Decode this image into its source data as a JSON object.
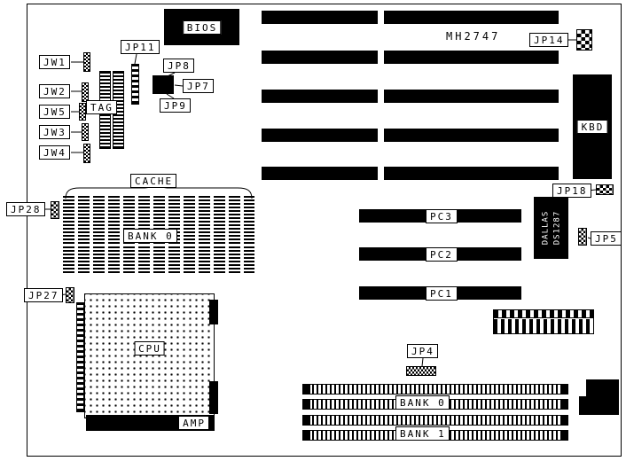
{
  "colors": {
    "ink": "#000000",
    "paper": "#ffffff"
  },
  "board": {
    "silkscreen_model": "MH2747",
    "chips": {
      "bios": "BIOS",
      "kbd": "KBD",
      "cpu": "CPU",
      "amp": "AMP",
      "rtc_line1": "DALLAS",
      "rtc_line2": "DS1287"
    },
    "cache": {
      "label": "CACHE",
      "bank": "BANK 0"
    },
    "simm": {
      "bank0": "BANK 0",
      "bank1": "BANK 1"
    },
    "pc_slots": {
      "pc1": "PC1",
      "pc2": "PC2",
      "pc3": "PC3"
    },
    "jumpers": {
      "jw1": "JW1",
      "jw2": "JW2",
      "jw5": "JW5",
      "jw3": "JW3",
      "jw4": "JW4",
      "jp11": "JP11",
      "jp8": "JP8",
      "jp7": "JP7",
      "jp9": "JP9",
      "jp14": "JP14",
      "jp18": "JP18",
      "jp5": "JP5",
      "jp28": "JP28",
      "jp27": "JP27",
      "jp4": "JP4",
      "tag": "TAG"
    }
  }
}
